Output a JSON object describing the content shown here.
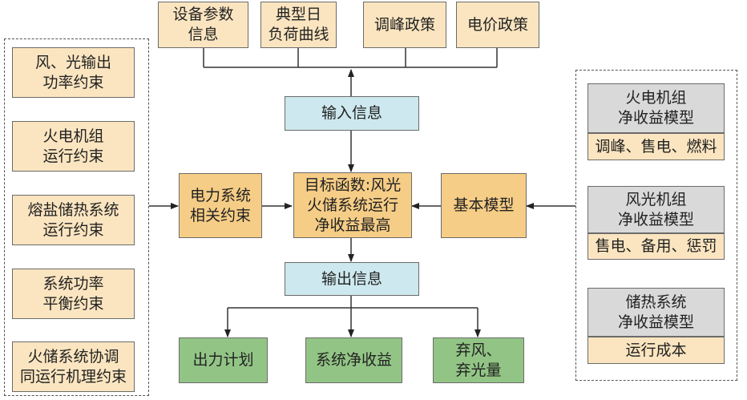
{
  "top_inputs": [
    "设备参数\n信息",
    "典型日\n负荷曲线",
    "调峰政策",
    "电价政策"
  ],
  "input_info": "输入信息",
  "left_constraints": [
    "风、光输出\n功率约束",
    "火电机组\n运行约束",
    "熔盐储热系统\n运行约束",
    "系统功率\n平衡约束",
    "火储系统协调\n同运行机理约束"
  ],
  "power_constraints": "电力系统\n相关约束",
  "objective": "目标函数:风光\n火储系统运行\n净收益最高",
  "basic_model": "基本模型",
  "right_models": [
    {
      "title": "火电机组\n净收益模型",
      "sub": "调峰、售电、燃料"
    },
    {
      "title": "风光机组\n净收益模型",
      "sub": "售电、备用、惩罚"
    },
    {
      "title": "储热系统\n净收益模型",
      "sub": "运行成本"
    }
  ],
  "output_info": "输出信息",
  "outputs": [
    "出力计划",
    "系统净收益",
    "弃风、\n弃光量"
  ]
}
